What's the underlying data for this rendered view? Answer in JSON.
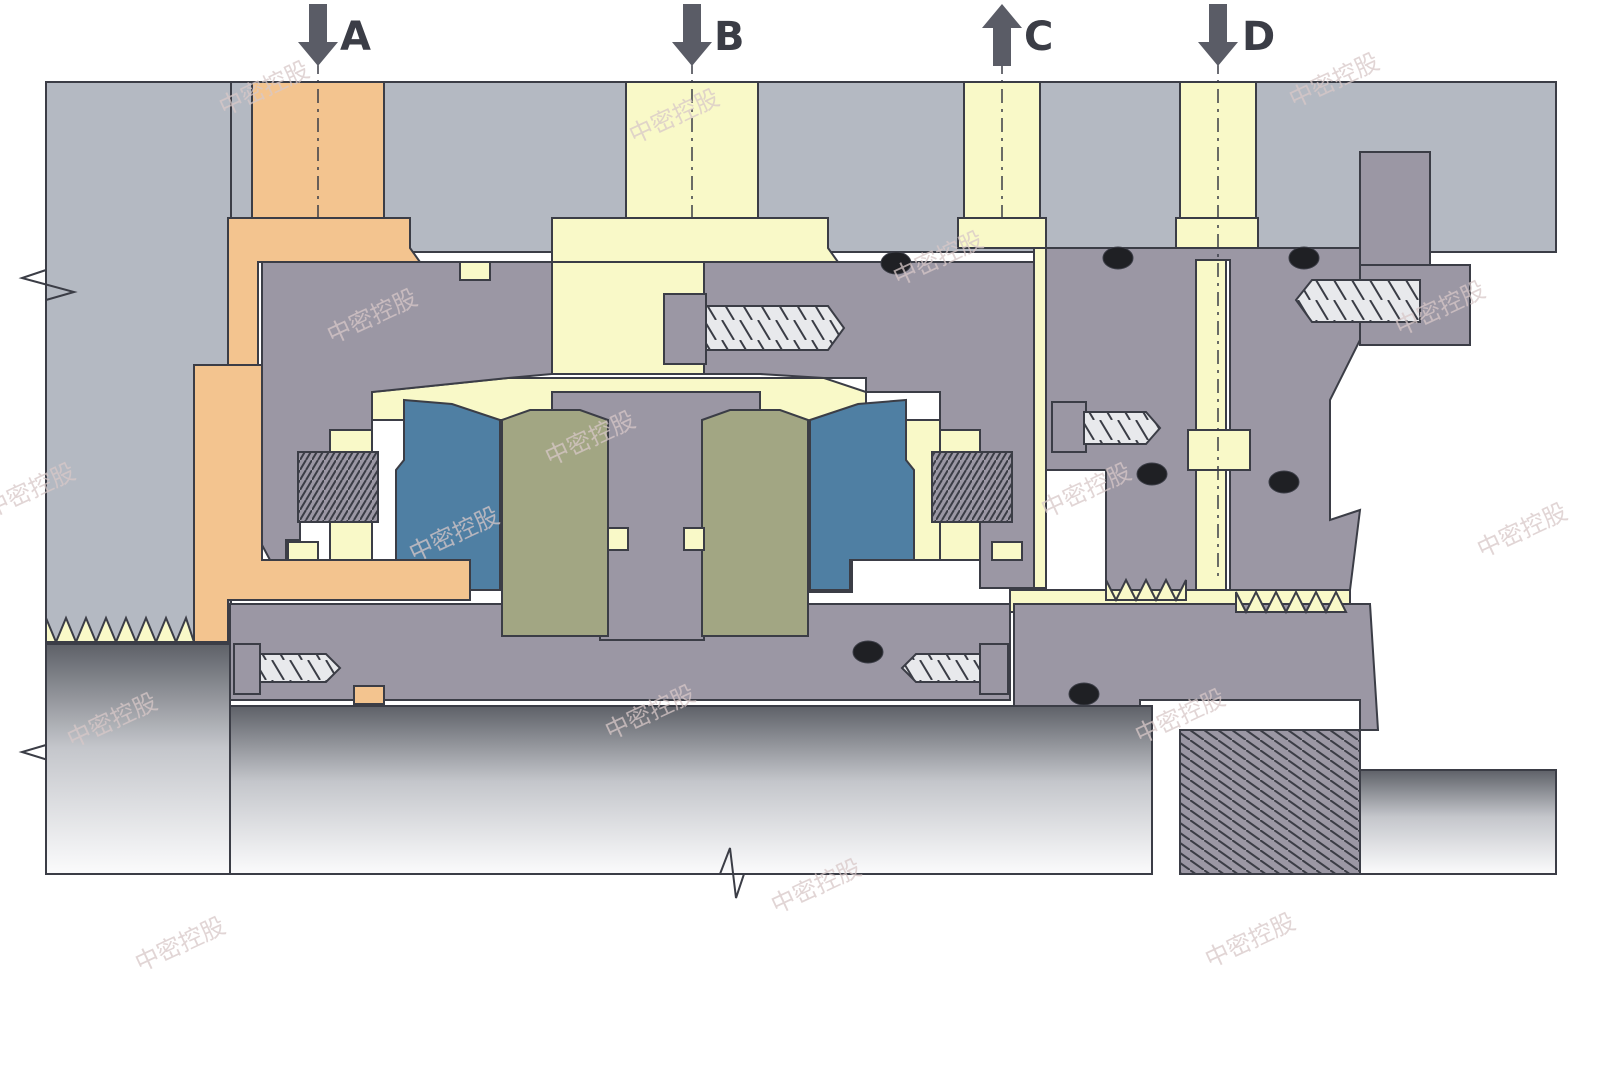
{
  "diagram": {
    "ports": [
      {
        "id": "A",
        "label": "A",
        "flow": "in"
      },
      {
        "id": "B",
        "label": "B",
        "flow": "in"
      },
      {
        "id": "C",
        "label": "C",
        "flow": "out"
      },
      {
        "id": "D",
        "label": "D",
        "flow": "in"
      }
    ],
    "watermark_text": "中密控股",
    "colors": {
      "housing": "#b4b9c2",
      "seal_body": "#9b97a4",
      "barrier_fluid": "#f9f9c8",
      "orange_fluid": "#f3c48f",
      "seal_face_green": "#a2a683",
      "seal_ring_blue": "#4f7fa3",
      "outline": "#3b3d46",
      "arrow": "#5a5c66",
      "o_ring": "#1f2024"
    }
  }
}
